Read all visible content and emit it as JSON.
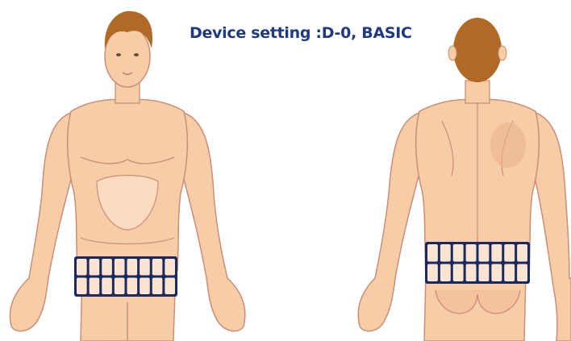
{
  "title": "Device setting :D-0, BASIC",
  "colors": {
    "skin": "#f7cda7",
    "skin_shade": "#eab48e",
    "outline": "#c98f78",
    "hair": "#b06a25",
    "electrode_border": "#1b2a5e",
    "electrode_fill": "#fbe4d2",
    "title": "#1f3a82"
  },
  "figures": [
    {
      "view": "front",
      "electrode_pad": {
        "rows": 2,
        "columns": 8
      }
    },
    {
      "view": "back",
      "electrode_pad": {
        "rows": 2,
        "columns": 8
      }
    }
  ]
}
